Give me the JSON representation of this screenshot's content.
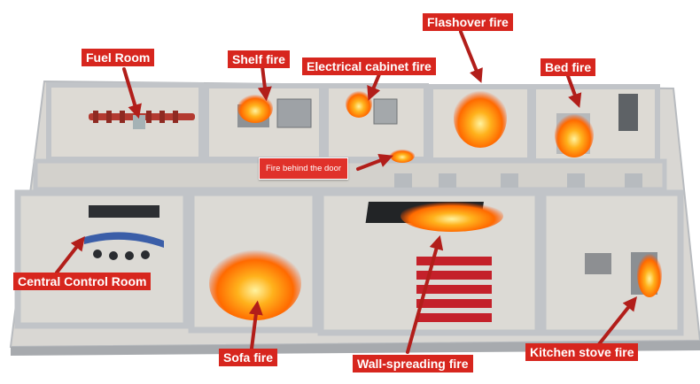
{
  "colors": {
    "label_bg": "#d7261e",
    "label_text": "#ffffff",
    "arrow": "#b21e1a",
    "wall": "#c9ccd0",
    "floor": "#dcdad5",
    "fire": "#ff8a1a"
  },
  "labels": {
    "fuel_room": "Fuel Room",
    "shelf_fire": "Shelf fire",
    "electrical_cabinet_fire": "Electrical cabinet fire",
    "flashover_fire": "Flashover fire",
    "bed_fire": "Bed fire",
    "fire_behind_door": "Fire behind the door",
    "central_control_room": "Central Control Room",
    "sofa_fire": "Sofa fire",
    "wall_spreading_fire": "Wall-spreading fire",
    "kitchen_stove_fire": "Kitchen stove fire"
  }
}
